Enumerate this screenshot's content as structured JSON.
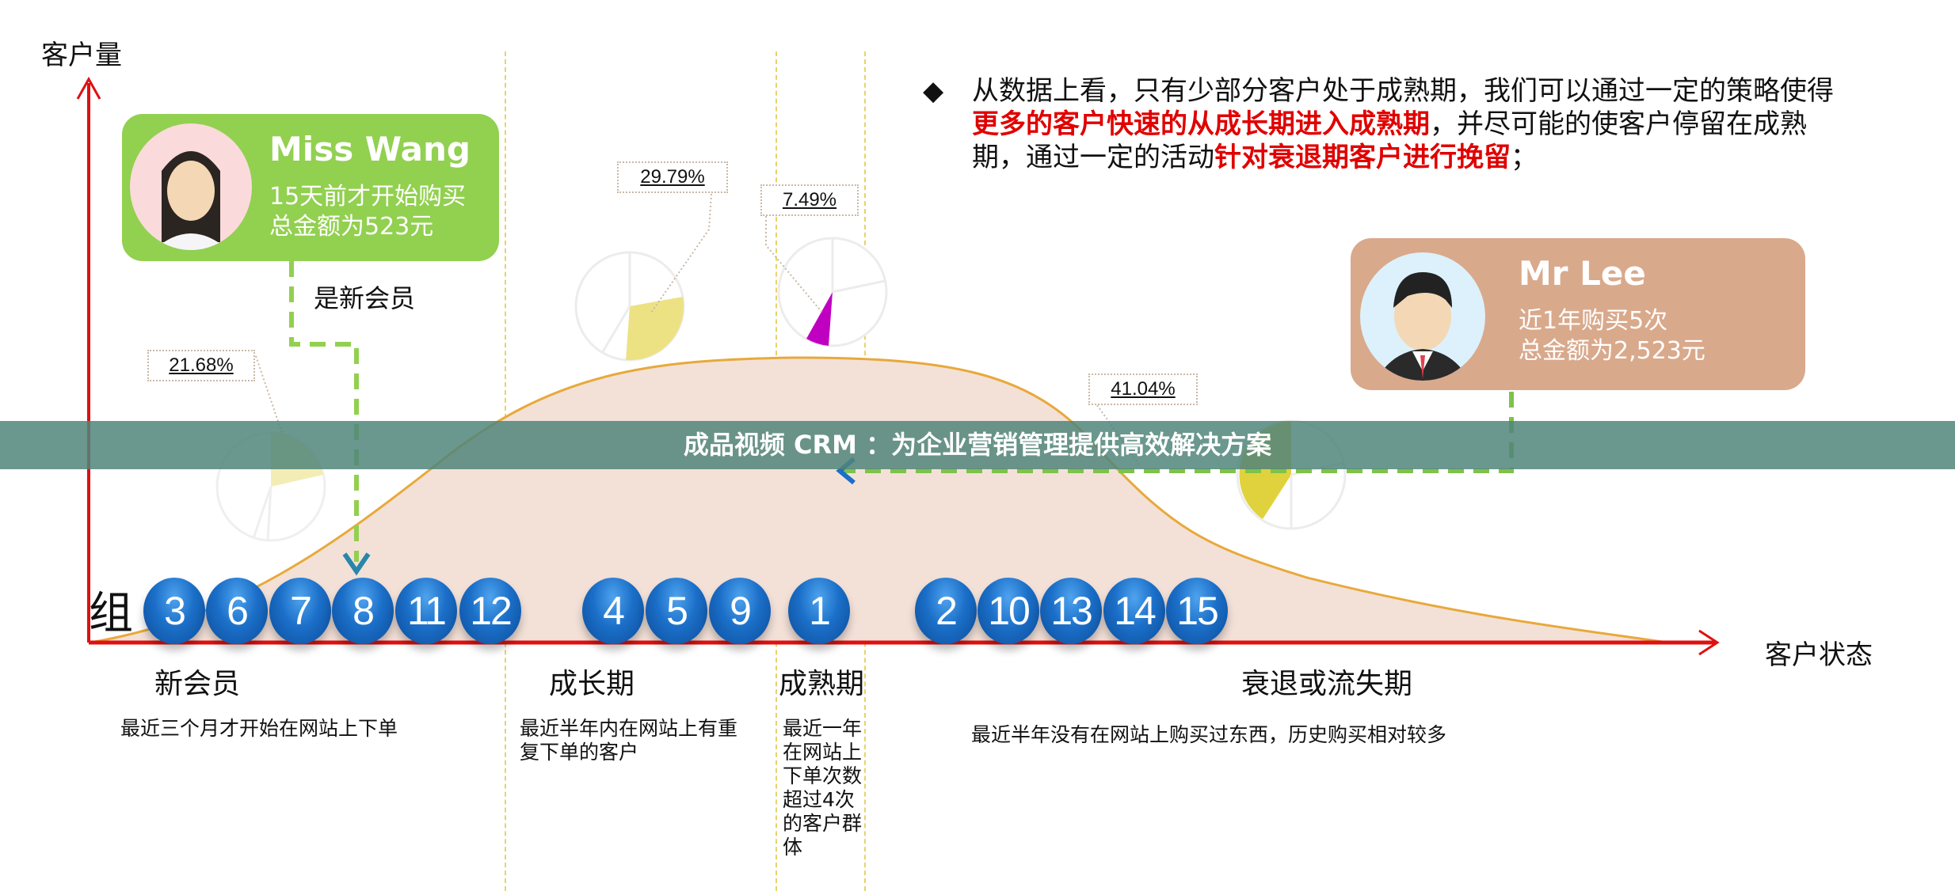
{
  "axes": {
    "y_label": "客户量",
    "x_label": "客户状态",
    "group_label": "组"
  },
  "summary": {
    "bullet": "◆",
    "part1": "从数据上看，只有少部分客户处于成熟期，我们可以通过一定的策略使得",
    "highlight1": "更多的客户快速的从成长期进入成熟期",
    "part2": "，并尽可能的使客户停留在成熟期，通过一定的活动",
    "highlight2": "针对衰退期客户进行挽留",
    "part3": "；"
  },
  "cards": {
    "miss_wang": {
      "name": "Miss Wang",
      "line1": "15天前才开始购买",
      "line2": "总金额为523元",
      "bg": "#92d050",
      "connector_label": "是新会员"
    },
    "mr_lee": {
      "name": "Mr Lee",
      "line1": "近1年购买5次",
      "line2": "总金额为2,523元",
      "bg": "#d9a98c"
    }
  },
  "stages": [
    {
      "name": "新会员",
      "desc": "最近三个月才开始在网站上下单",
      "pct": "21.68%",
      "groups": [
        "3",
        "6",
        "7",
        "8",
        "11",
        "12"
      ]
    },
    {
      "name": "成长期",
      "desc": "最近半年内在网站上有重复下单的客户",
      "pct": "29.79%",
      "groups": [
        "4",
        "5",
        "9"
      ]
    },
    {
      "name": "成熟期",
      "desc": "最近一年在网站上下单次数超过4次的客户群体",
      "pct": "7.49%",
      "groups": [
        "1"
      ]
    },
    {
      "name": "衰退或流失期",
      "desc": "最近半年没有在网站上购买过东西，历史购买相对较多",
      "pct": "41.04%",
      "groups": [
        "2",
        "10",
        "13",
        "14",
        "15"
      ]
    }
  ],
  "banner": {
    "text": "成品视频 CRM ：为企业营销管理提供高效解决方案"
  },
  "colors": {
    "axis": "#e01010",
    "curve": "#e8a93a",
    "curve_fill": "#f3e1d8",
    "ball": "#1b6fc8",
    "pie_yellow": "#ece284",
    "pie_magenta": "#c000c0"
  }
}
